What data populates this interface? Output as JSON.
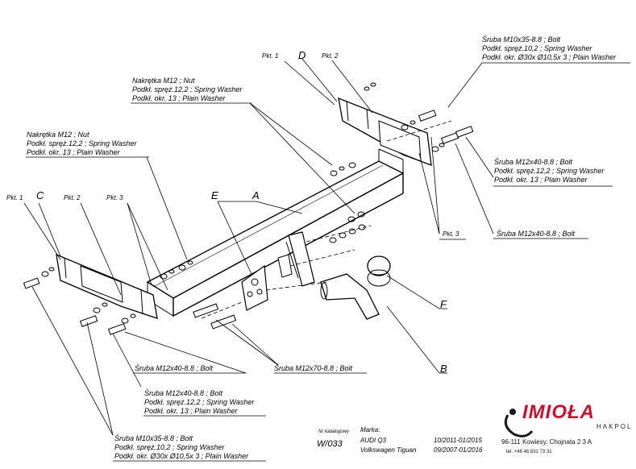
{
  "labels": {
    "pkt1_top": "Pkt. 1",
    "d": "D",
    "pkt2_top": "Pkt. 2",
    "pkt1_left": "Pkt. 1",
    "c": "C",
    "pkt2_left": "Pkt. 2",
    "pkt3_left": "Pkt. 3",
    "e": "E",
    "a": "A",
    "pkt3_right": "Pkt. 3",
    "f": "F",
    "b": "B"
  },
  "notes": {
    "nut_top": [
      "Nakrętka  M12 ; Nut",
      "Podkł. spręż.12,2 ; Spring Washer",
      "Podkł. okr. 13 ; Plain Washer"
    ],
    "nut_left": [
      "Nakrętka  M12 ; Nut",
      "Podkł. spręż.12,2 ; Spring Washer",
      "Podkł. okr. 13 ; Plain Washer"
    ],
    "bolt_top_right": [
      "Śruba M10x35-8.8 ;  Bolt",
      "Podkł. spręż.10,2 ; Spring Washer",
      "Podkł. okr.  Ø30x Ø10,5x 3 ; Plain Washer"
    ],
    "bolt_right_mid": [
      "Śruba M12x40-8.8 ;  Bolt",
      "Podkł. spręż.12,2 ; Spring Washer",
      "Podkł. okr. 13 ; Plain Washer"
    ],
    "bolt_right_single": "Śruba M12x40-8.8 ;  Bolt",
    "bolt_m70": "Śruba M12x70-8.8 ;  Bolt",
    "bolt_m40_single": "Śruba M12x40-8.8 ;  Bolt",
    "bolt_bottom_mid": [
      "Śruba M12x40-8.8 ;  Bolt",
      "Podkł. spręż.12,2 ; Spring Washer",
      "Podkł. okr. 13 ; Plain Washer"
    ],
    "bolt_bottom_left": [
      "Śruba M10x35-8.8 ;  Bolt",
      "Podkł. spręż.10,2 ; Spring Washer",
      "Podkł. okr.  Ø30x Ø10,5x 3 ; Plain Washer"
    ]
  },
  "catalog": {
    "nr_label": "Nr katalogowy",
    "nr_value": "W/033",
    "marka_label": "Marka:",
    "models": [
      "AUDI Q3",
      "Volkswagen Tiguan"
    ],
    "dates": [
      "10/2011-01/2015",
      "09/2007-01/2016"
    ]
  },
  "brand": {
    "logo": "IMIOŁA",
    "sub": "HAKPOL",
    "address": "96-111 Kowiesy, Chojnata 2 3 A",
    "tel": "tel. +48 46 831 73 31"
  }
}
